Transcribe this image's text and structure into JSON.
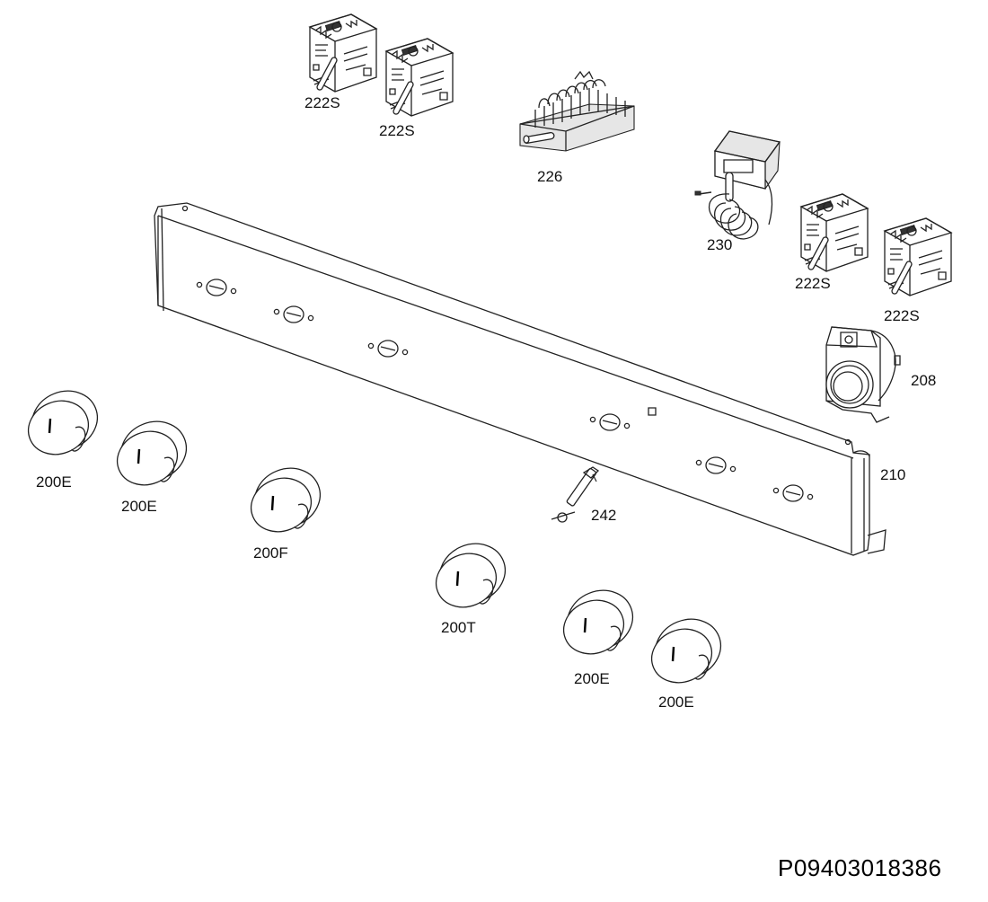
{
  "labels": {
    "switch_a": "222S",
    "switch_b": "222S",
    "switch_c": "222S",
    "switch_d": "222S",
    "selector": "226",
    "thermostat": "230",
    "lamp": "208",
    "panel": "210",
    "sensor": "242",
    "knob_1": "200E",
    "knob_2": "200E",
    "knob_3": "200F",
    "knob_4": "200T",
    "knob_5": "200E",
    "knob_6": "200E"
  },
  "document_number": "P09403018386"
}
